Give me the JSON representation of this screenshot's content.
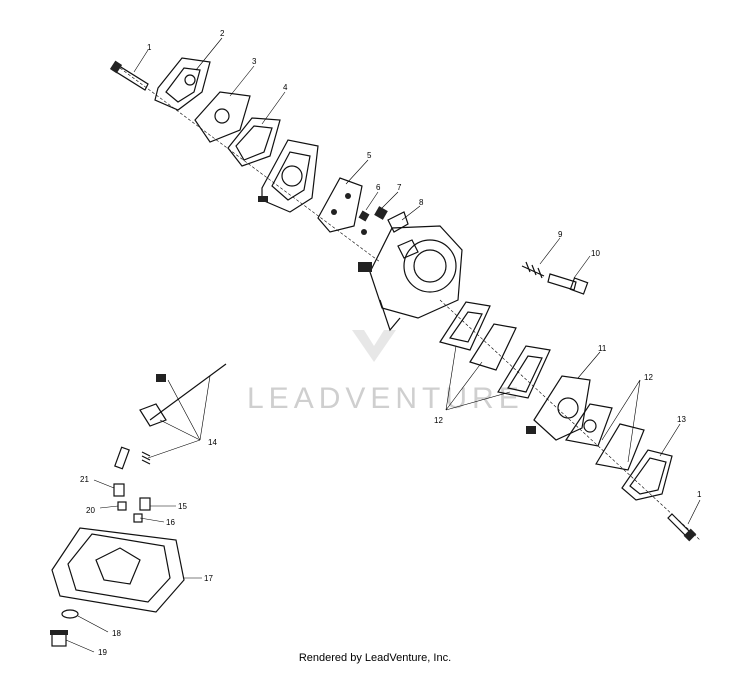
{
  "watermark": "LEADVENTURE",
  "footer": "Rendered by LeadVenture, Inc.",
  "callouts": {
    "c1a": "1",
    "c2": "2",
    "c3": "3",
    "c4": "4",
    "c5": "5",
    "c6": "6",
    "c7": "7",
    "c8": "8",
    "c9": "9",
    "c10": "10",
    "c11": "11",
    "c12a": "12",
    "c12b": "12",
    "c13": "13",
    "c1b": "1",
    "c14": "14",
    "c21": "21",
    "c15": "15",
    "c20": "20",
    "c16": "16",
    "c17": "17",
    "c18": "18",
    "c19": "19"
  }
}
